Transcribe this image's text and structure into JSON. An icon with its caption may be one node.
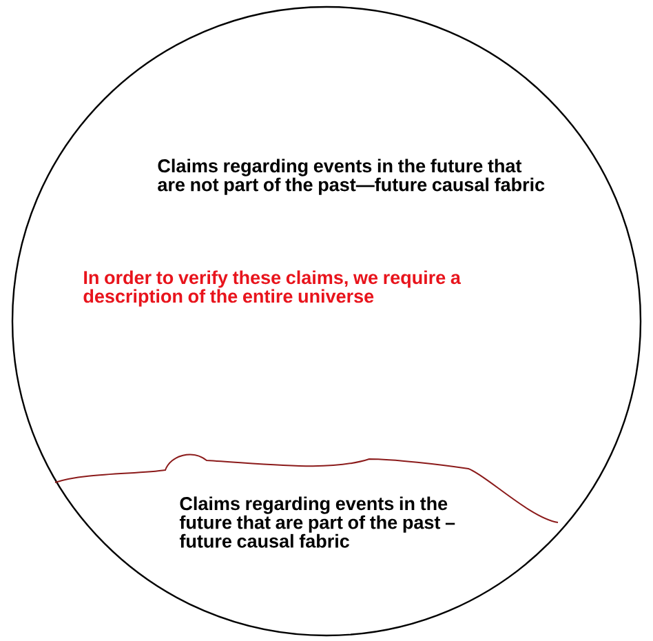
{
  "diagram": {
    "nodes": [
      {
        "text": [
          "Claims regarding events in the future that are not part of the past—future causal fabric",
          "In order to  verify these claims, we require a description of the entire universe"
        ]
      },
      {
        "text": [
          "Claims regarding events in the future   that  are part of the past – future causal fabric"
        ],
        "in": 0
      }
    ]
  }
}
